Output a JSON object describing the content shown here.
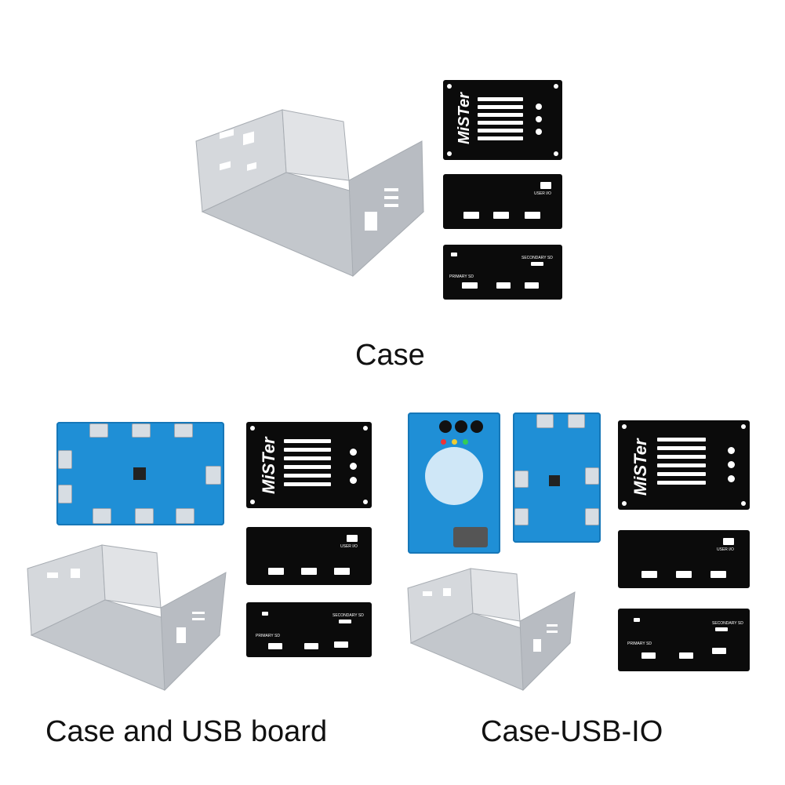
{
  "captions": {
    "case": "Case",
    "case_usb": "Case and USB board",
    "case_usb_io": "Case-USB-IO"
  },
  "panel_text": {
    "logo": "MiSTer",
    "user_io": "USER I/O",
    "secondary_sd": "SECONDARY SD",
    "primary_sd": "PRIMARY SD"
  },
  "colors": {
    "panel": "#0b0b0b",
    "case_metal": "#c9ccd0",
    "pcb_blue": "#1f8fd6"
  }
}
